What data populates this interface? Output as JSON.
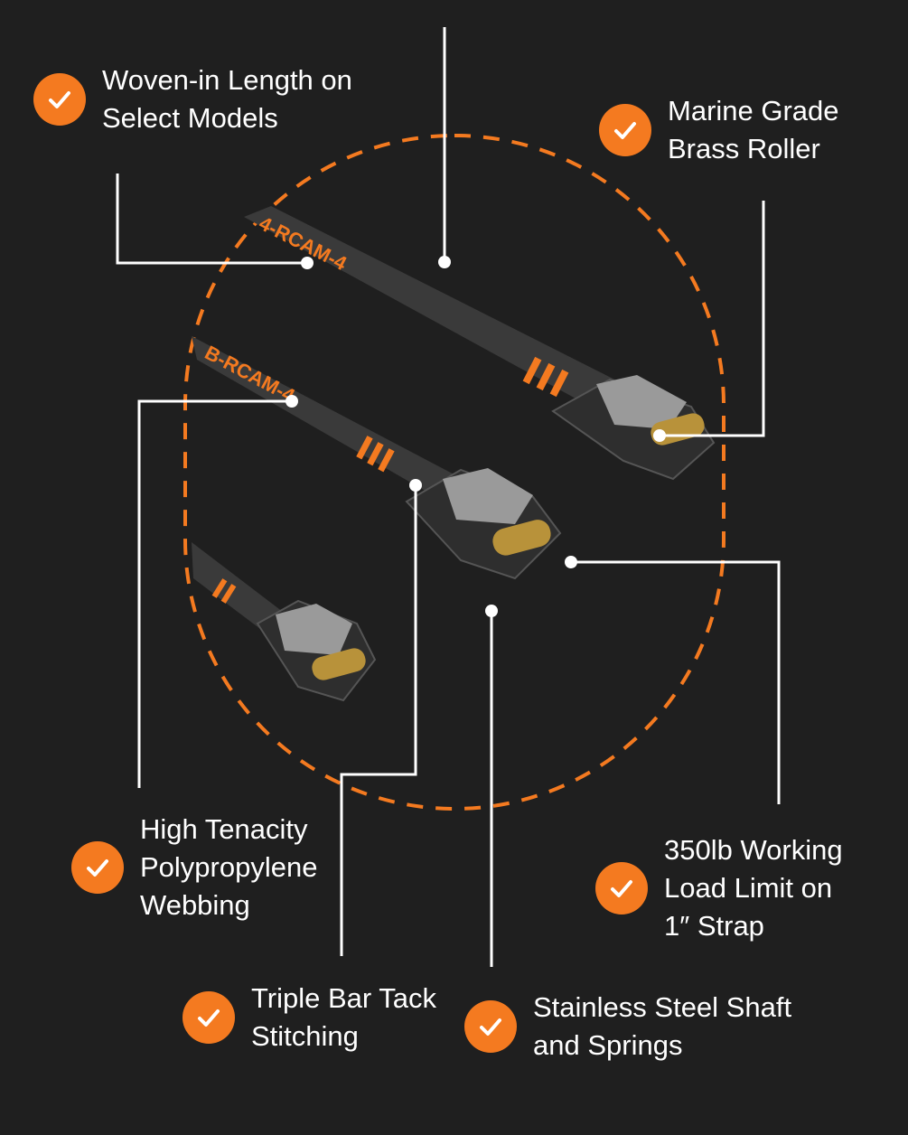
{
  "colors": {
    "background": "#1f1f1f",
    "accent": "#f47a20",
    "leader": "#ffffff",
    "webbing": "#3a3a3a",
    "print": "#f47a20",
    "buckle": "#9a9a9a",
    "roller": "#b8923a"
  },
  "icons": {
    "feature_icon": "check-circle-icon"
  },
  "product": {
    "webbing_print_1": "4-RCAM-4",
    "webbing_print_2": "B-RCAM-4"
  },
  "features": [
    {
      "id": "woven-length",
      "lines": [
        "Woven-in Length on",
        "Select Models"
      ]
    },
    {
      "id": "brass-roller",
      "lines": [
        "Marine Grade",
        "Brass Roller"
      ]
    },
    {
      "id": "polypropylene-webbing",
      "lines": [
        "High Tenacity",
        "Polypropylene",
        "Webbing"
      ]
    },
    {
      "id": "working-load",
      "lines": [
        "350lb Working",
        "Load Limit on",
        "1″ Strap"
      ]
    },
    {
      "id": "bar-tack",
      "lines": [
        "Triple Bar Tack",
        "Stitching"
      ]
    },
    {
      "id": "stainless-shaft",
      "lines": [
        "Stainless Steel Shaft",
        "and Springs"
      ]
    }
  ]
}
